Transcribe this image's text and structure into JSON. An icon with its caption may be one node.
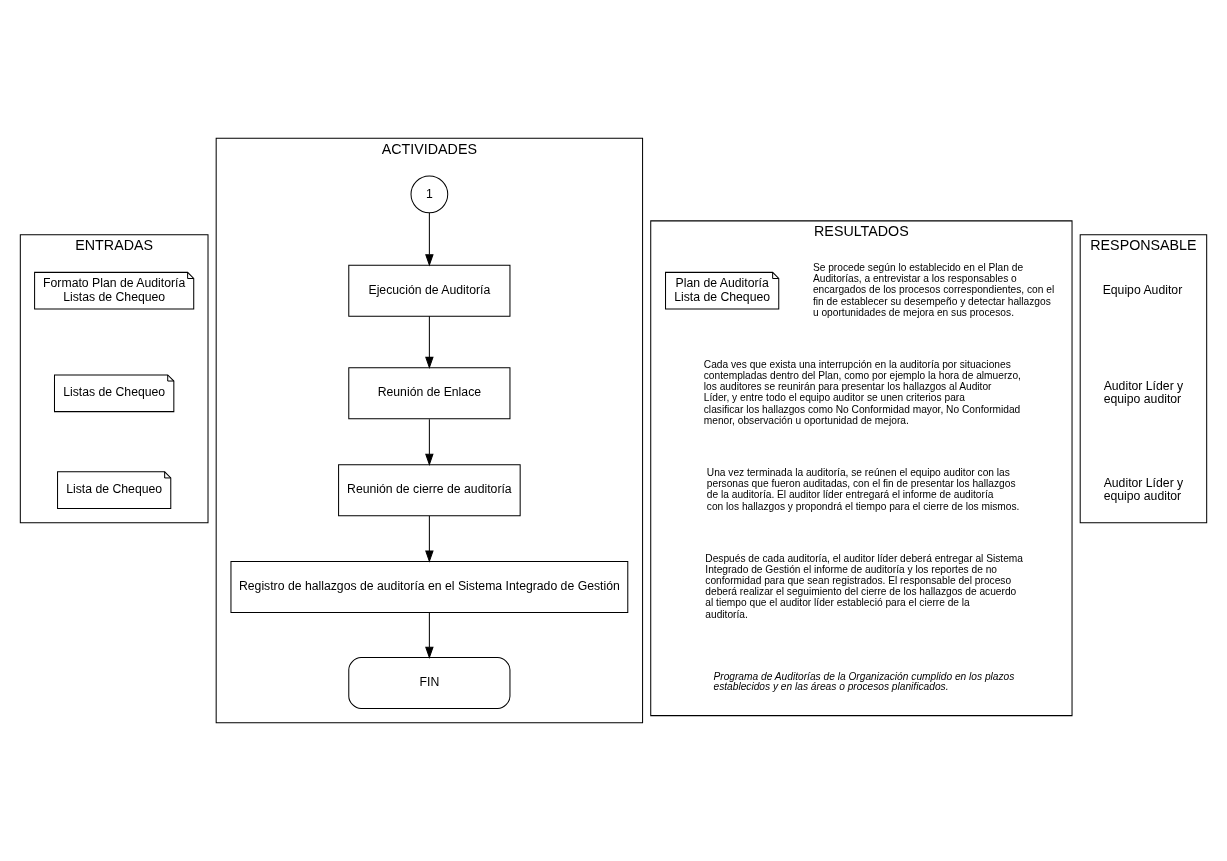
{
  "diagram": {
    "nodes": [
      {
        "text": [
          "ENTRADAS"
        ]
      },
      {
        "text": [
          "Formato Plan de Auditoría",
          "Listas de Chequeo"
        ],
        "in": 0
      },
      {
        "text": [
          "Listas de Chequeo"
        ],
        "in": 0
      },
      {
        "text": [
          "Lista de Chequeo"
        ],
        "in": 0
      },
      {
        "text": [
          "ACTIVIDADES"
        ]
      },
      {
        "text": [
          "1"
        ],
        "in": 4
      },
      {
        "text": [
          "Ejecución de Auditoría"
        ],
        "in": 4
      },
      {
        "text": [
          "Reunión de Enlace"
        ],
        "in": 4
      },
      {
        "text": [
          "Reunión de cierre de auditoría"
        ],
        "in": 4
      },
      {
        "text": [
          "Registro de hallazgos de auditoría en el Sistema Integrado de Gestión"
        ],
        "in": 4
      },
      {
        "text": [
          "FIN"
        ],
        "in": 4
      },
      {
        "text": [
          "RESULTADOS"
        ]
      },
      {
        "text": [
          "Plan de Auditoría",
          "Lista de Chequeo"
        ],
        "in": 11
      },
      {
        "text": [
          "RESPONSABLE"
        ]
      }
    ],
    "edges": [
      {
        "from": 5,
        "to": 6,
        "arrow": "to"
      },
      {
        "from": 6,
        "to": 7,
        "arrow": "to"
      },
      {
        "from": 7,
        "to": 8,
        "arrow": "to"
      },
      {
        "from": 8,
        "to": 9,
        "arrow": "to"
      },
      {
        "from": 9,
        "to": 10,
        "arrow": "to"
      }
    ],
    "labels": [
      "Se procede según lo establecido en el Plan de Auditorías, a entrevistar a los responsables o encargados de los procesos correspondientes, con el fin de establecer su desempeño y detectar hallazgos u oportunidades de mejora en sus procesos.",
      "Equipo Auditor",
      "Cada ves que exista una interrupción en la auditoría por situaciones contempladas dentro del Plan, como por ejemplo la hora de almuerzo, los auditores se reunirán para presentar los hallazgos al Auditor Líder, y entre todo el equipo auditor se unen criterios para clasificar los hallazgos como No Conformidad mayor, No Conformidad menor, observación u oportunidad de mejora.",
      "Auditor Líder y equipo auditor",
      "Una vez terminada la auditoría, se reúnen el equipo auditor con las personas que fueron auditadas, con el fin de presentar los hallazgos de la auditoría. El auditor líder entregará el informe de auditoría con los hallazgos y propondrá el tiempo para el cierre de los mismos.",
      "Auditor Líder y equipo auditor",
      "Después de cada auditoría, el auditor líder deberá entregar al Sistema Integrado de Gestión el informe de auditoría y los reportes de no conformidad para que sean registrados. El responsable del proceso deberá realizar el seguimiento del cierre de los hallazgos de acuerdo al tiempo que el auditor líder estableció para el cierre de la auditoría.",
      "Programa de Auditorías de la Organización cumplido en los plazos establecidos y en las áreas o procesos planificados."
    ]
  }
}
